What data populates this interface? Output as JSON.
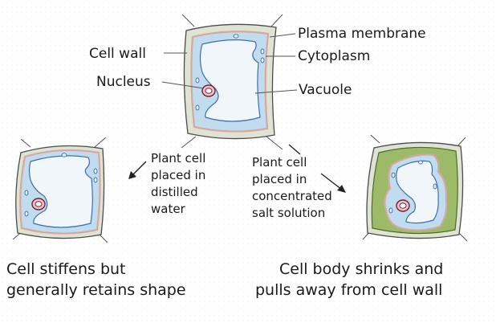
{
  "labels": {
    "cell_wall": "Cell wall",
    "nucleus": "Nucleus",
    "plasma_membrane": "Plasma membrane",
    "cytoplasm": "Cytoplasm",
    "vacuole": "Vacuole"
  },
  "left_arrow_text": [
    "Plant cell",
    "placed in",
    "distilled",
    "water"
  ],
  "right_arrow_text": [
    "Plant cell",
    "placed in",
    "concentrated",
    "salt solution"
  ],
  "left_caption": [
    "Cell stiffens but",
    "generally retains shape"
  ],
  "right_caption": [
    "Cell body shrinks and",
    "pulls away from cell wall"
  ],
  "colors": {
    "cell_wall": "#dfe3d3",
    "cytoplasm": "#c0dcee",
    "vacuole": "#f1f6fb",
    "plasma_membrane": "#d6a8a0",
    "shrunken_space": "#9cba67",
    "nucleus": "#7a1f38"
  }
}
